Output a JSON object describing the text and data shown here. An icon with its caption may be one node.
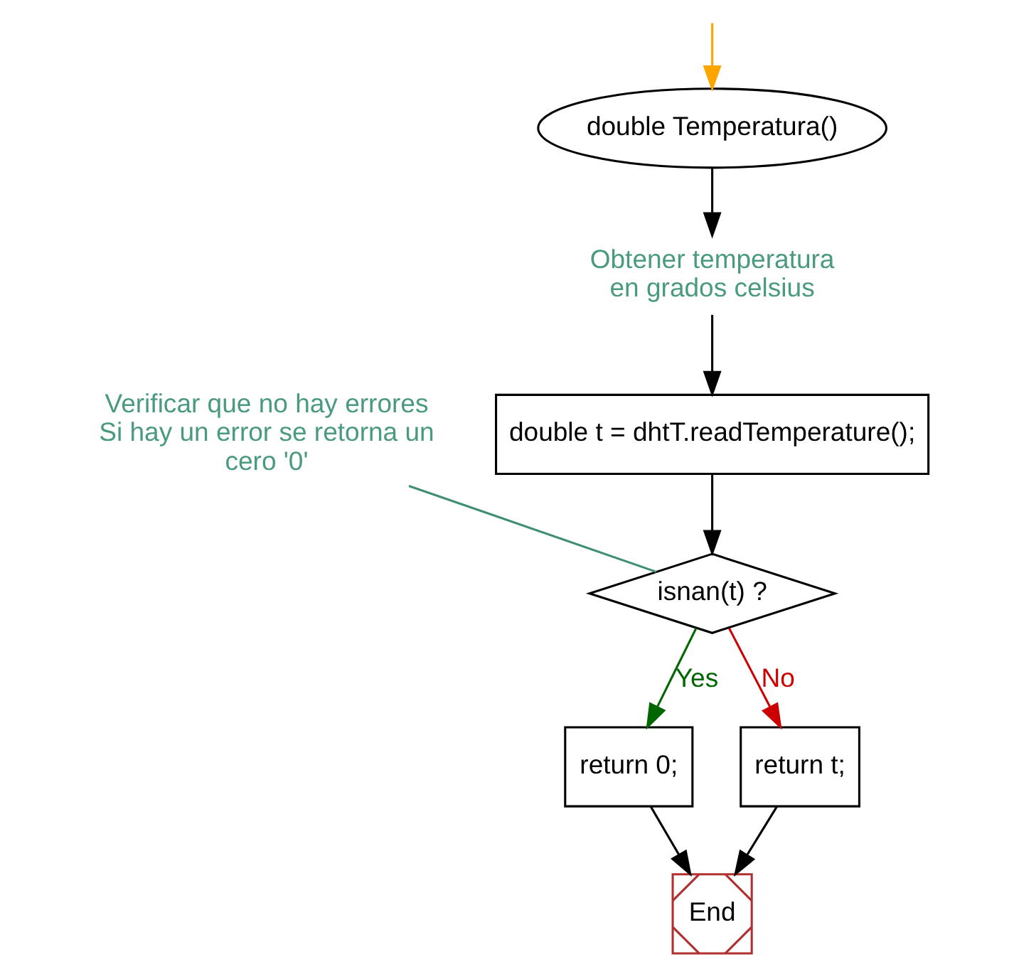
{
  "diagram": {
    "nodes": [
      {
        "text": [
          "double Temperatura()"
        ]
      },
      {
        "text": [
          "Obtener temperatura en grados celsius"
        ]
      },
      {
        "text": [
          "double t = dhtT.readTemperature();"
        ]
      },
      {
        "text": [
          "Verificar que no hay errores Si hay un error se retorna un cero '0'"
        ]
      },
      {
        "text": [
          "isnan(t) ?"
        ]
      },
      {
        "text": [
          "return 0;"
        ]
      },
      {
        "text": [
          "return t;"
        ]
      },
      {
        "text": [
          "End"
        ]
      }
    ],
    "edges": [
      {
        "from": null,
        "to": 0,
        "arrow": "to",
        "color": "#ffa500"
      },
      {
        "from": 0,
        "to": 1,
        "arrow": "to"
      },
      {
        "from": 1,
        "to": 2,
        "arrow": "to"
      },
      {
        "from": 2,
        "to": 4,
        "arrow": "to"
      },
      {
        "from": 3,
        "to": 4,
        "arrow": "none",
        "color": "#3f8f73"
      },
      {
        "from": 4,
        "to": 5,
        "arrow": "to",
        "label": "Yes",
        "color": "#006600"
      },
      {
        "from": 4,
        "to": 6,
        "arrow": "to",
        "label": "No",
        "color": "#cc0000"
      },
      {
        "from": 5,
        "to": 7,
        "arrow": "to"
      },
      {
        "from": 6,
        "to": 7,
        "arrow": "to"
      }
    ]
  }
}
